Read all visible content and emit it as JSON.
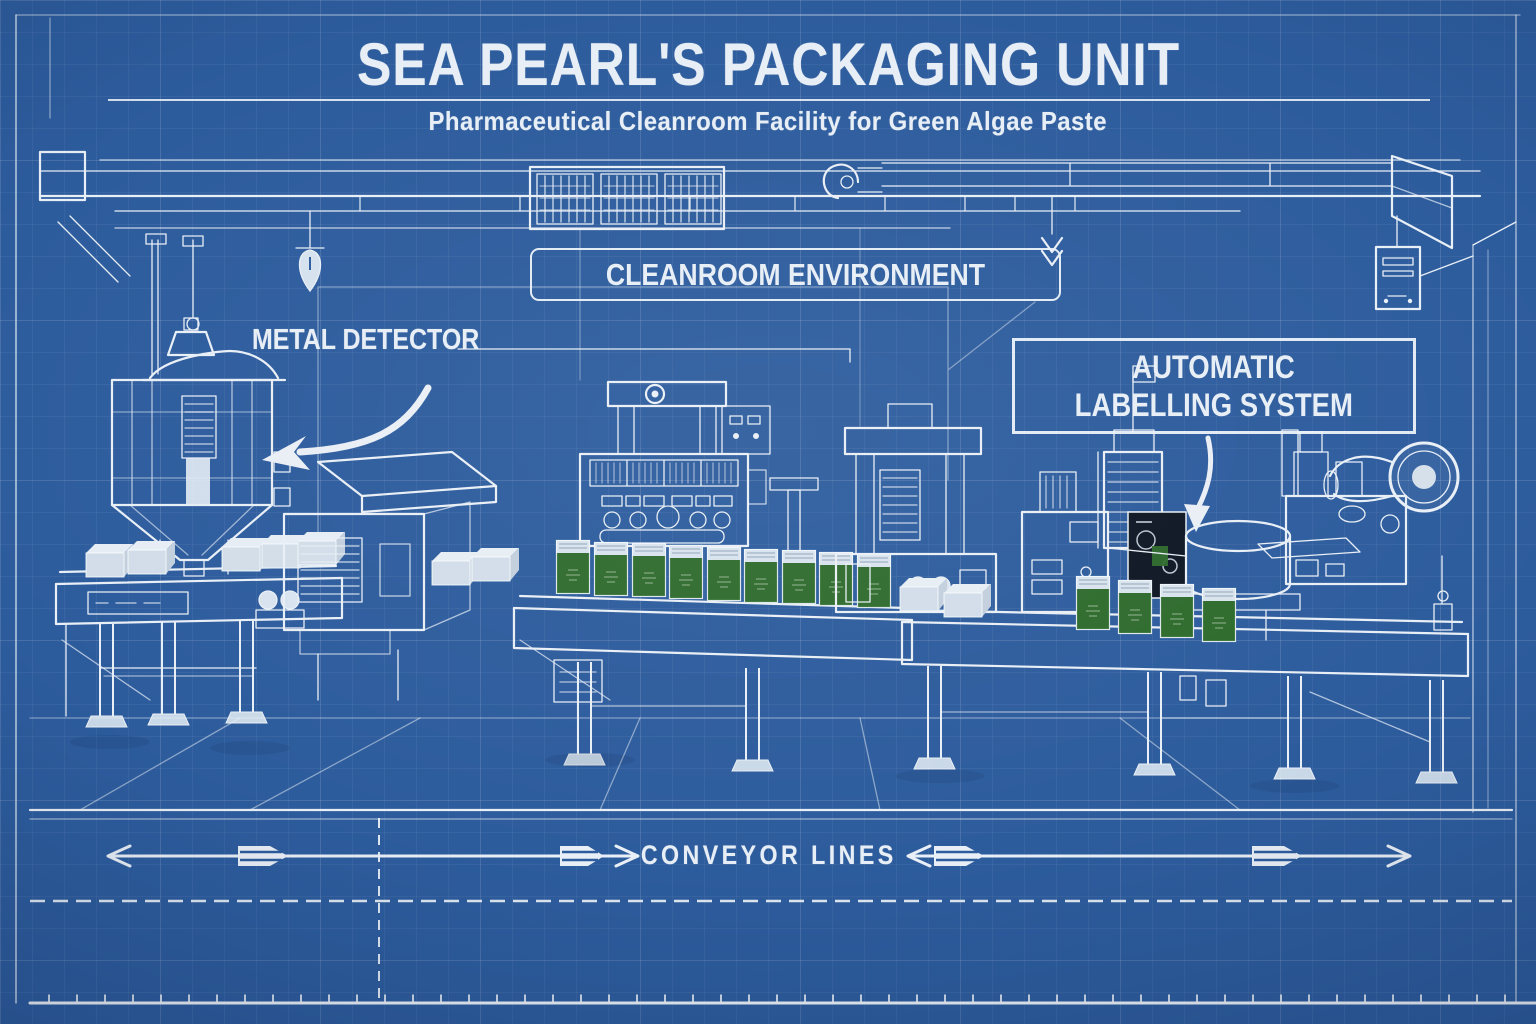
{
  "header": {
    "title": "SEA PEARL'S PACKAGING UNIT",
    "subtitle": "Pharmaceutical Cleanroom Facility for Green Algae Paste"
  },
  "annotations": {
    "cleanroom_label": "CLEANROOM ENVIRONMENT",
    "metal_detector_label": "METAL DETECTOR",
    "labelling_label_line1": "AUTOMATIC",
    "labelling_label_line2": "LABELLING SYSTEM",
    "conveyor_label": "CONVEYOR LINES"
  },
  "icons": {
    "metal_detector_pointer": "curved-arrow-down-left",
    "labelling_pointer": "arrow-down",
    "conveyor_left_dimension": "double-headed-arrow",
    "conveyor_right_dimension": "double-headed-arrow",
    "ceiling_sensor": "hanging-drop-sensor",
    "ceiling_chevron": "double-chevron-down"
  },
  "colors": {
    "bg": "#2d5c9d",
    "line": "#e9eff6",
    "pkg": "#2f6b2d",
    "band": "#d9e3ed",
    "dark": "#0e1624",
    "text": "#e7eef6"
  }
}
